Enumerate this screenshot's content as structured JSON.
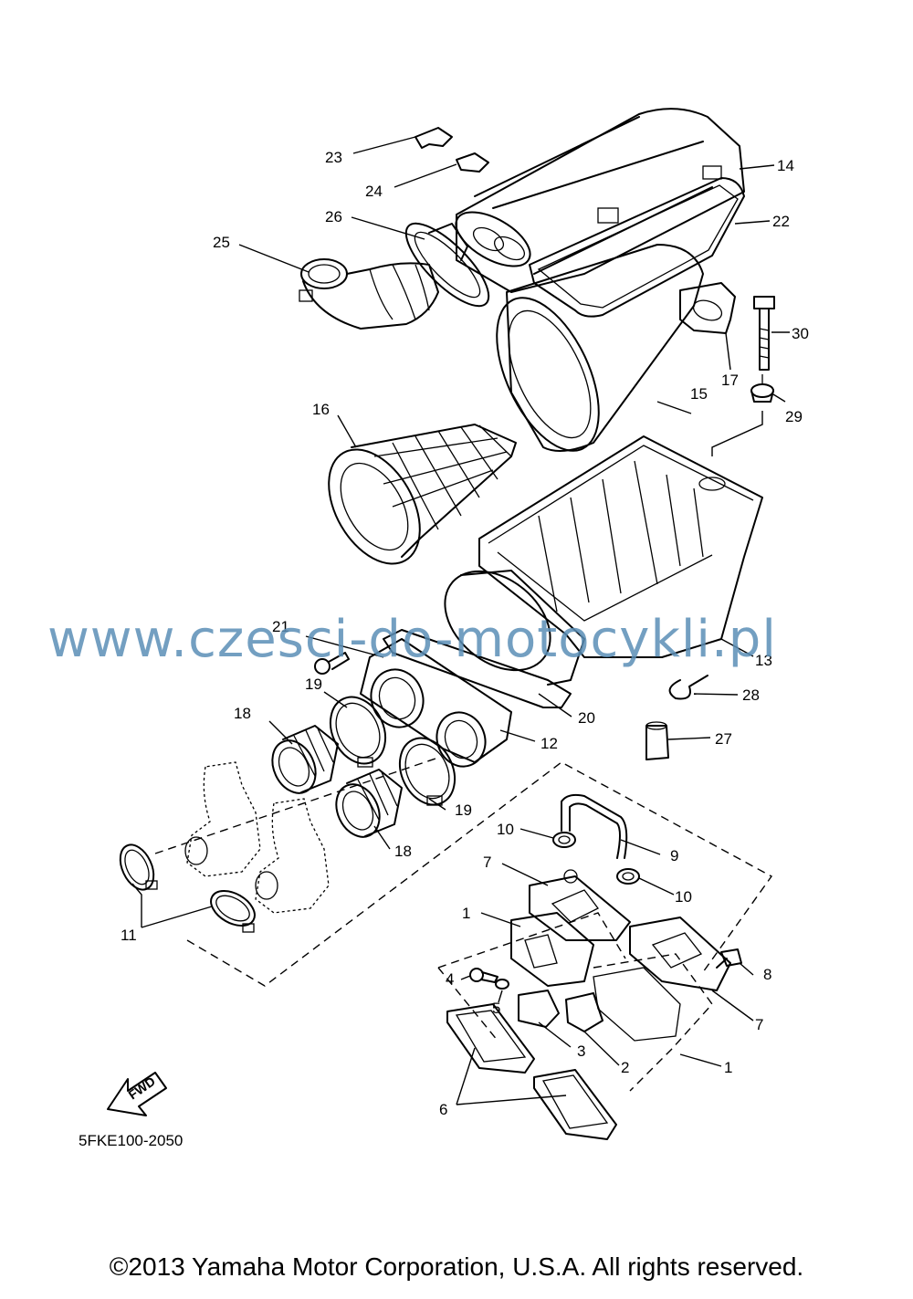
{
  "watermark": "www.czesci-do-motocykli.pl",
  "drawing_code": "5FKE100-2050",
  "copyright": "©2013 Yamaha Motor Corporation, U.S.A. All rights reserved.",
  "fwd_label": "FWD",
  "callouts": {
    "c1a": "1",
    "c1b": "1",
    "c2": "2",
    "c3": "3",
    "c4": "4",
    "c5": "5",
    "c6": "6",
    "c7a": "7",
    "c7b": "7",
    "c8": "8",
    "c9": "9",
    "c10a": "10",
    "c10b": "10",
    "c11": "11",
    "c12": "12",
    "c13": "13",
    "c14": "14",
    "c15": "15",
    "c16": "16",
    "c17": "17",
    "c18a": "18",
    "c18b": "18",
    "c19a": "19",
    "c19b": "19",
    "c20": "20",
    "c21": "21",
    "c22": "22",
    "c23": "23",
    "c24": "24",
    "c25": "25",
    "c26": "26",
    "c27": "27",
    "c28": "28",
    "c29": "29",
    "c30": "30"
  }
}
